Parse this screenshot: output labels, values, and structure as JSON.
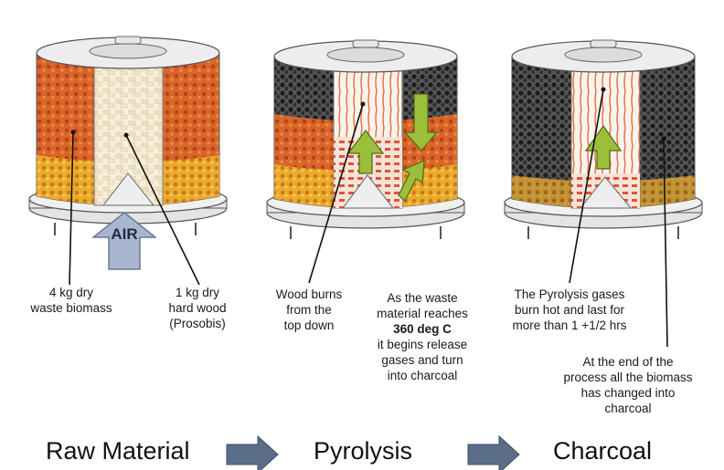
{
  "labels": {
    "raw_biomass_line1": "4 kg dry",
    "raw_biomass_line2": "waste biomass",
    "hardwood_line1": "1 kg dry",
    "hardwood_line2": "hard wood",
    "hardwood_line3": "(Prosobis)",
    "air": "AIR",
    "wood_burns_line1": "Wood burns",
    "wood_burns_line2": "from the",
    "wood_burns_line3": "top down",
    "waste_line1": "As the waste",
    "waste_line2": "material reaches",
    "waste_line3": "360 deg C",
    "waste_line4": "it begins release",
    "waste_line5": "gases and turn",
    "waste_line6": "into charcoal",
    "gases_line1": "The Pyrolysis gases",
    "gases_line2": "burn hot and last for",
    "gases_line3": "more than 1 +1/2 hrs",
    "end_line1": "At the end of the",
    "end_line2": "process all the biomass",
    "end_line3": "has changed into",
    "end_line4": "charcoal"
  },
  "stages": {
    "raw": "Raw Material",
    "pyrolysis": "Pyrolysis",
    "charcoal": "Charcoal"
  },
  "colors": {
    "biomass_orange": "#d9652a",
    "biomass_yellow": "#e9a92a",
    "charcoal_black": "#2a2a2a",
    "flow_arrow": "#5a6e8a",
    "air_arrow": "#a9b6cf",
    "flame_arrow": "#9bbf3a"
  }
}
